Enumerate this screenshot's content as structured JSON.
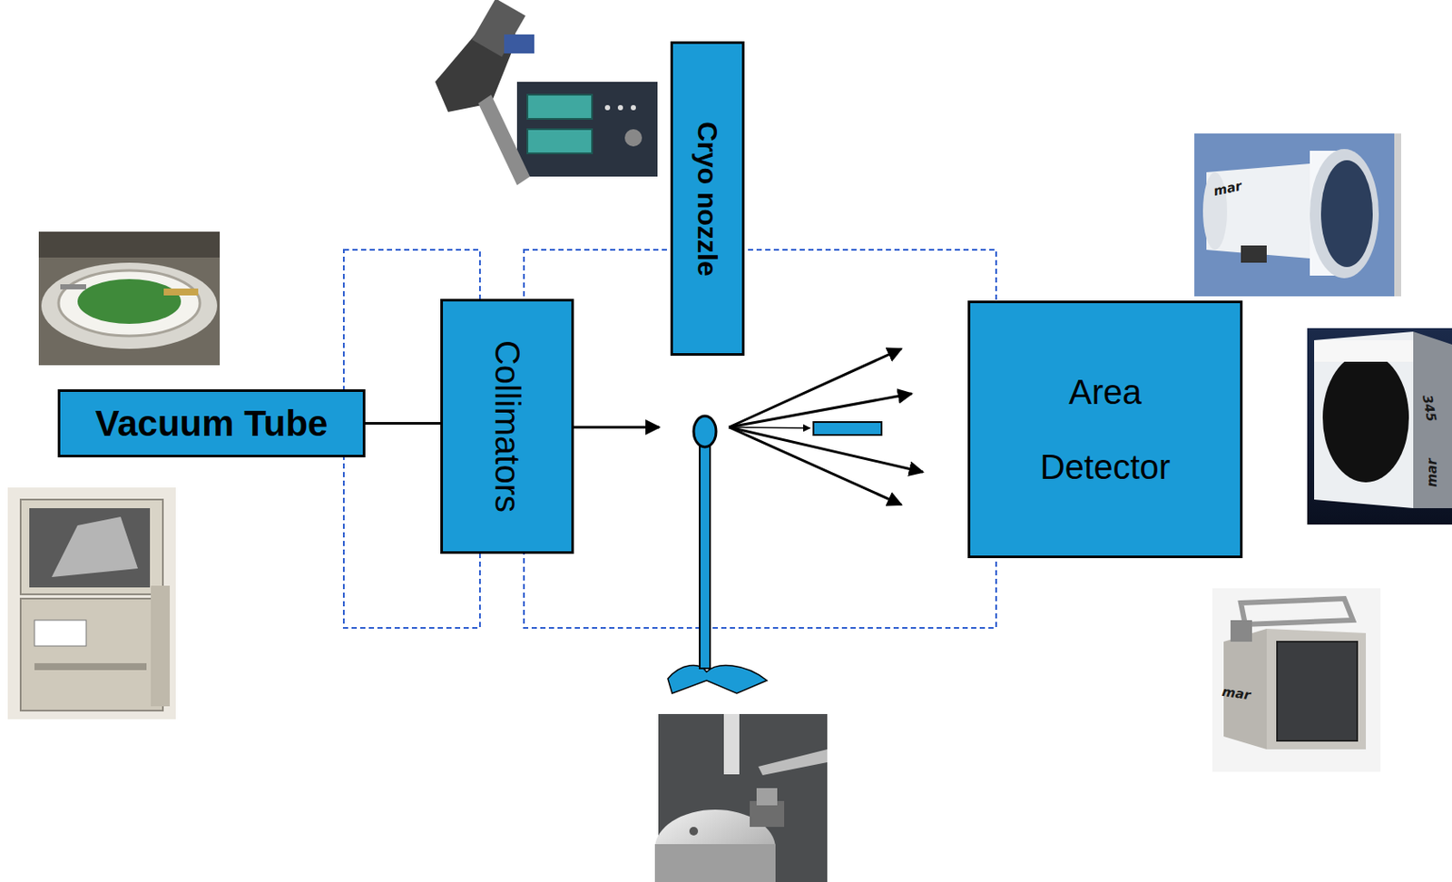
{
  "diagram": {
    "nodes": [
      {
        "text": [
          "Vacuum Tube"
        ]
      },
      {
        "text": [
          "Collimators"
        ]
      },
      {
        "text": [
          "Cryo nozzle"
        ]
      },
      {
        "text": [
          "Area Detector"
        ]
      }
    ],
    "edges": [
      {
        "from": 0,
        "to": 1,
        "arrow": "none"
      }
    ],
    "labels": [
      "mar",
      "345",
      "mar",
      "mar"
    ]
  }
}
